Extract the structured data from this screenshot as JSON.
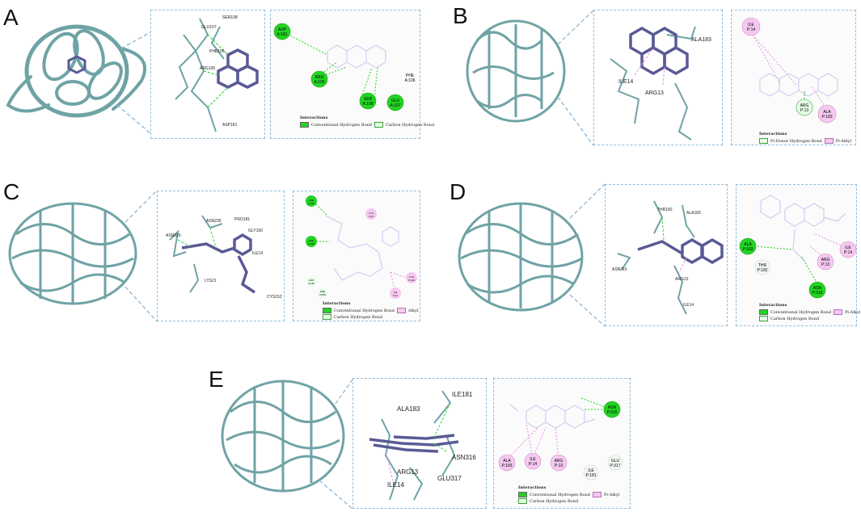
{
  "panels": [
    {
      "letter": "A",
      "labels3d": [
        "SER108",
        "GLU107",
        "PHE106",
        "ARG105",
        "ASP181"
      ],
      "residues2d": [
        {
          "name": "ASP",
          "sub": "A:181",
          "kind": "hbond"
        },
        {
          "name": "ARG",
          "sub": "A:105",
          "kind": "hbond"
        },
        {
          "name": "SER",
          "sub": "A:108",
          "kind": "hbond"
        },
        {
          "name": "GLU",
          "sub": "A:107",
          "kind": "hbond"
        },
        {
          "name": "PHE",
          "sub": "A:106",
          "kind": "plain"
        }
      ],
      "legend": {
        "title": "Interactions",
        "items": [
          "Conventional Hydrogen Bond",
          "Carbon Hydrogen Bond"
        ]
      }
    },
    {
      "letter": "B",
      "labels3d": [
        "ALA183",
        "ILE14",
        "ARG13"
      ],
      "residues2d": [
        {
          "name": "ILE",
          "sub": "P:14",
          "kind": "pi"
        },
        {
          "name": "ARG",
          "sub": "P:13",
          "kind": "carbon"
        },
        {
          "name": "ALA",
          "sub": "P:183",
          "kind": "pi"
        }
      ],
      "legend": {
        "title": "Interactions",
        "items": [
          "Pi-Donor Hydrogen Bond",
          "Pi-Alkyl"
        ]
      }
    },
    {
      "letter": "C",
      "labels3d": [
        "ASN316",
        "ASN235",
        "PRO181",
        "GLY190",
        "ILE14",
        "LYS21",
        "CYS152"
      ],
      "residues2d": [
        {
          "name": "ASN",
          "sub": "A:316",
          "kind": "hbond"
        },
        {
          "name": "LYS",
          "sub": "A:21",
          "kind": "pi"
        },
        {
          "name": "ASN",
          "sub": "A:235",
          "kind": "hbond"
        },
        {
          "name": "ASP",
          "sub": "A:149",
          "kind": "carbon"
        },
        {
          "name": "CYS",
          "sub": "P:152",
          "kind": "pi"
        },
        {
          "name": "PHE",
          "sub": "A:181",
          "kind": "carbon"
        },
        {
          "name": "ILE",
          "sub": "P:14",
          "kind": "pi"
        }
      ],
      "legend": {
        "title": "Interactions",
        "items": [
          "Conventional Hydrogen Bond",
          "Alkyl",
          "Carbon Hydrogen Bond"
        ]
      }
    },
    {
      "letter": "D",
      "labels3d": [
        "THR182",
        "ALA183",
        "ASN316",
        "ARG13",
        "ILE14"
      ],
      "residues2d": [
        {
          "name": "ALA",
          "sub": "P:183",
          "kind": "hbond"
        },
        {
          "name": "ILE",
          "sub": "P:14",
          "kind": "pi"
        },
        {
          "name": "ARG",
          "sub": "P:13",
          "kind": "pi"
        },
        {
          "name": "THR",
          "sub": "P:182",
          "kind": "carbon"
        },
        {
          "name": "ASN",
          "sub": "P:316",
          "kind": "hbond"
        }
      ],
      "legend": {
        "title": "Interactions",
        "items": [
          "Conventional Hydrogen Bond",
          "Pi-Alkyl",
          "Carbon Hydrogen Bond"
        ]
      }
    },
    {
      "letter": "E",
      "labels3d": [
        "ALA183",
        "ILE181",
        "ASN316",
        "ARG13",
        "GLU317",
        "ILE14"
      ],
      "residues2d": [
        {
          "name": "ASN",
          "sub": "P:316",
          "kind": "hbond"
        },
        {
          "name": "ALA",
          "sub": "P:183",
          "kind": "pi"
        },
        {
          "name": "ILE",
          "sub": "P:14",
          "kind": "pi"
        },
        {
          "name": "ARG",
          "sub": "P:13",
          "kind": "pi"
        },
        {
          "name": "GLU",
          "sub": "P:317",
          "kind": "carbon"
        },
        {
          "name": "ILE",
          "sub": "P:181",
          "kind": "carbon"
        }
      ],
      "legend": {
        "title": "Interactions",
        "items": [
          "Conventional Hydrogen Bond",
          "Pi-Alkyl",
          "Carbon Hydrogen Bond"
        ]
      }
    }
  ],
  "colors": {
    "protein": "#6fa3a5",
    "ligand": "#5a5a96",
    "box_border": "#93bcd9",
    "hbond": "#22d422",
    "pi": "#f0b6ea",
    "carbon": "#e6ffe6"
  }
}
